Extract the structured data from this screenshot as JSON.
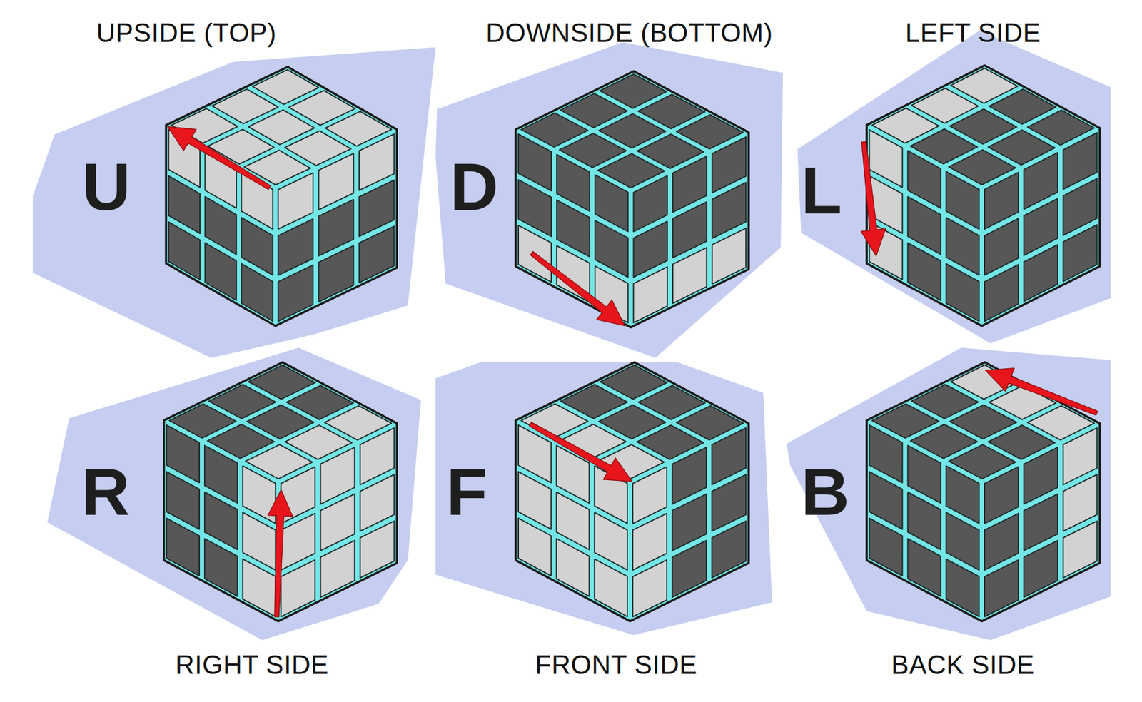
{
  "diagram": {
    "labels": [
      "UPSIDE (TOP)",
      "DOWNSIDE (BOTTOM)",
      "LEFT SIDE",
      "U",
      "D",
      "L",
      "R",
      "F",
      "B",
      "RIGHT SIDE",
      "FRONT SIDE",
      "BACK SIDE"
    ]
  }
}
